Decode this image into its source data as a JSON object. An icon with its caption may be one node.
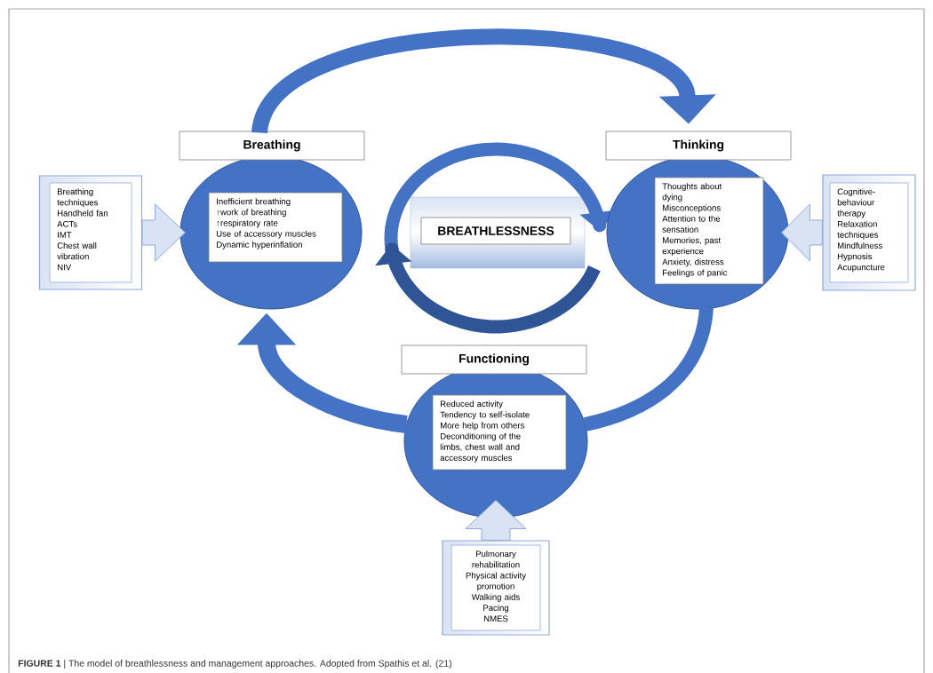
{
  "diagram": {
    "caption": "**FIGURE 1** | The model of breathlessness and management approaches. Adopted from Spathis et al. (21)",
    "nodes": [
      {
        "text": [
          "Breathing",
          "Inefficient breathing",
          "↑work of breathing",
          "↑respiratory rate",
          "Use of accessory muscles",
          "Dynamic hyperinflation"
        ]
      },
      {
        "text": [
          "Thinking",
          "Thoughts about dying",
          "Misconceptions",
          "Attention to the sensation",
          "Memories, past experience",
          "Anxiety, distress",
          "Feelings of panic"
        ]
      },
      {
        "text": [
          "Functioning",
          "Reduced activity",
          "Tendency to self-isolate",
          "More help from others",
          "Deconditioning of the limbs, chest wall and accessory muscles"
        ]
      },
      {
        "text": [
          "BREATHLESSNESS"
        ]
      },
      {
        "text": [
          "Breathing techniques",
          "Handheld fan",
          "ACTs",
          "IMT",
          "Chest wall vibration",
          "NIV"
        ]
      },
      {
        "text": [
          "Cognitive-behaviour therapy",
          "Relaxation techniques",
          "Mindfulness",
          "Hypnosis",
          "Acupuncture"
        ]
      },
      {
        "text": [
          "Pulmonary rehabilitation",
          "Physical activity promotion",
          "Walking aids",
          "Pacing",
          "NMES"
        ]
      }
    ],
    "edges": [
      {
        "from": 0,
        "to": 1,
        "arrow": "to"
      },
      {
        "from": 1,
        "to": 2,
        "arrow": "none"
      },
      {
        "from": 2,
        "to": 0,
        "arrow": "to"
      },
      {
        "from": 4,
        "to": 0,
        "arrow": "to"
      },
      {
        "from": 5,
        "to": 1,
        "arrow": "to"
      },
      {
        "from": 6,
        "to": 2,
        "arrow": "to"
      }
    ]
  }
}
